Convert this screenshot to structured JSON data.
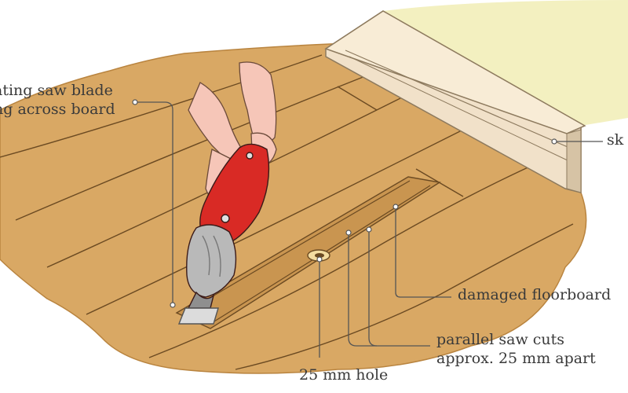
{
  "labels": {
    "blade_line1": "ating saw blade",
    "blade_line2": "ng across board",
    "skirting": "sk",
    "damaged_floorboard": "damaged floorboard",
    "saw_cuts_line1": "parallel saw cuts",
    "saw_cuts_line2": "approx. 25 mm apart",
    "hole": "25 mm hole"
  },
  "colors": {
    "floor": "#d9a864",
    "floor_edge": "#b9843f",
    "board_line": "#6b4a22",
    "skirting": "#f1e1c9",
    "wall": "#f3f0c0",
    "tool_body": "#d92a25",
    "tool_head": "#b9b9b9",
    "skin": "#f6c6b8",
    "leader": "#555555"
  },
  "icons": {
    "tool": "oscillating-multi-tool-icon",
    "hands": "hands-icon"
  }
}
